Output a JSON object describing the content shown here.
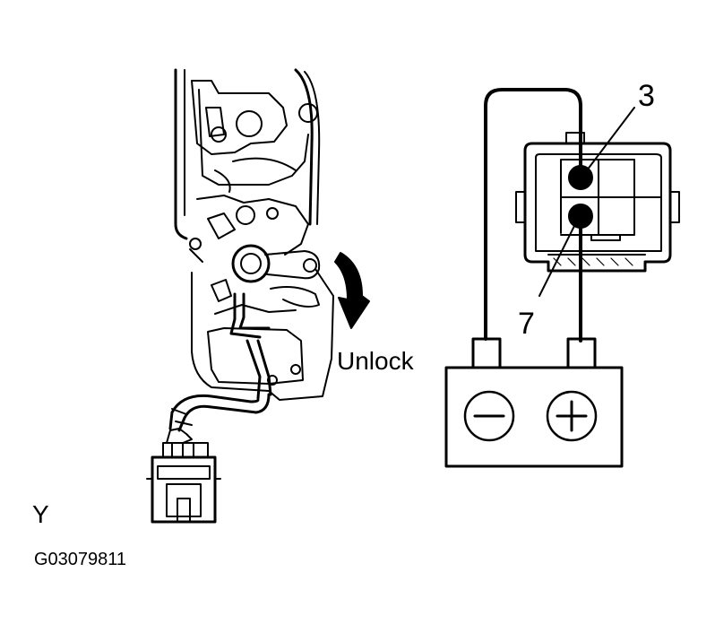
{
  "labels": {
    "pin_top": "3",
    "pin_bottom": "7",
    "direction": "Unlock",
    "view": "Y",
    "figure_id": "G03079811"
  },
  "battery": {
    "negative_symbol": "minus",
    "positive_symbol": "plus"
  },
  "colors": {
    "ink": "#000000",
    "background": "#ffffff"
  }
}
